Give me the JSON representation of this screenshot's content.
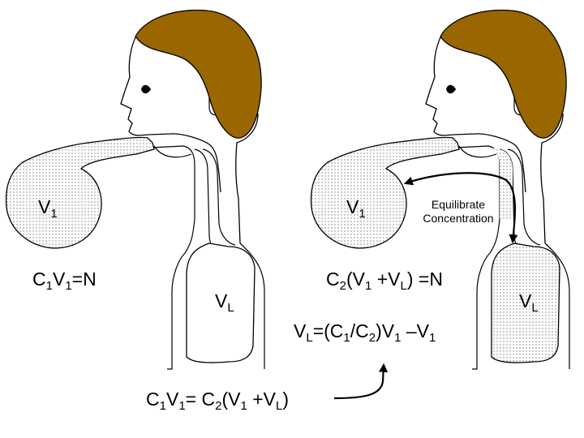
{
  "labels": {
    "v": "V",
    "c": "C",
    "sub1": "1",
    "sub2": "2",
    "subL": "L",
    "eq_n": "=N",
    "eq_sign": "=",
    "eq_n_spaced": " =N",
    "plus": " +",
    "open_paren": "(",
    "close_paren": ")",
    "vl_eq_open": "=(",
    "slash": "/",
    "close_paren_v": ")",
    "minus": " –",
    "final_eq_mid": "= ",
    "equilibrate_line1": "Equilibrate",
    "equilibrate_line2": "Concentration"
  },
  "colors": {
    "hair": "#996600",
    "outline": "#000000",
    "stipple": "#9a9a9a",
    "background": "#ffffff"
  },
  "icons": {
    "eye": "eye-icon",
    "arrow": "curved-arrow-icon"
  }
}
